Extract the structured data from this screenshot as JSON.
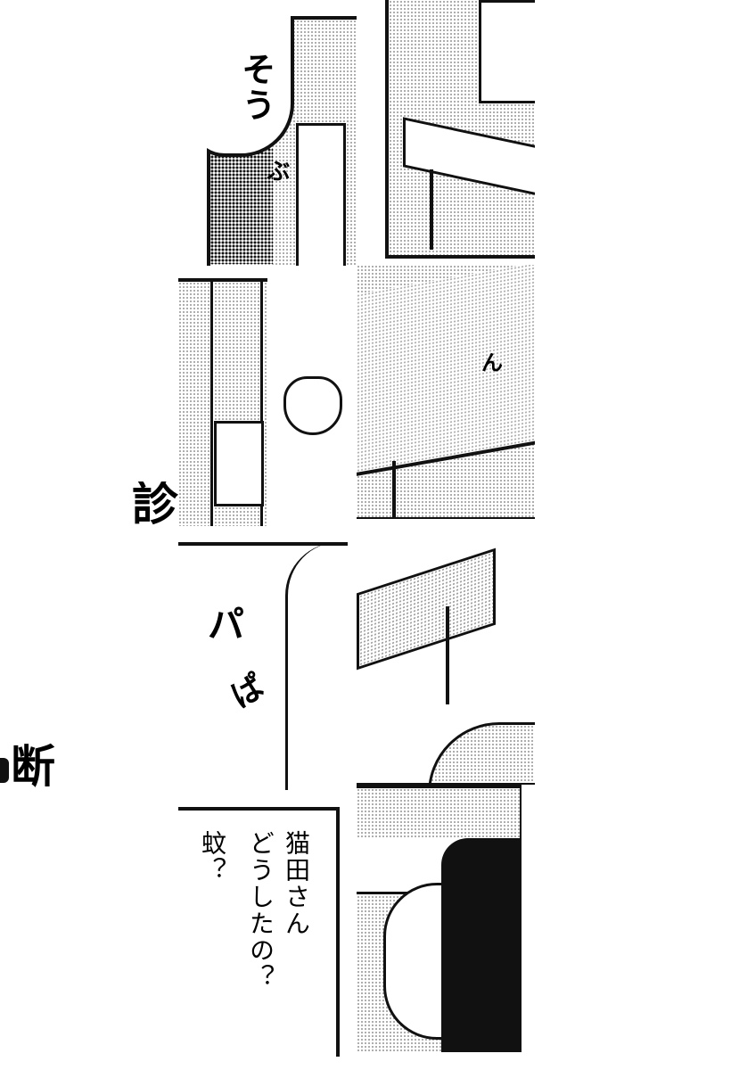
{
  "panels": {
    "sou": {
      "speech": "そう",
      "sfx": "ぶ"
    },
    "desk_top": {},
    "cabinet_cat": {},
    "desk_mid": {
      "sfx": "ん"
    },
    "pa": {
      "sfx_1": "パ",
      "sfx_2": "ぱ"
    },
    "desk_lower": {},
    "question": {
      "line_1": "猫田さん",
      "line_2": "どうしたの？",
      "line_3": "蚊？"
    },
    "character": {}
  },
  "fragments": {
    "title_1": "診",
    "title_2": "断"
  }
}
